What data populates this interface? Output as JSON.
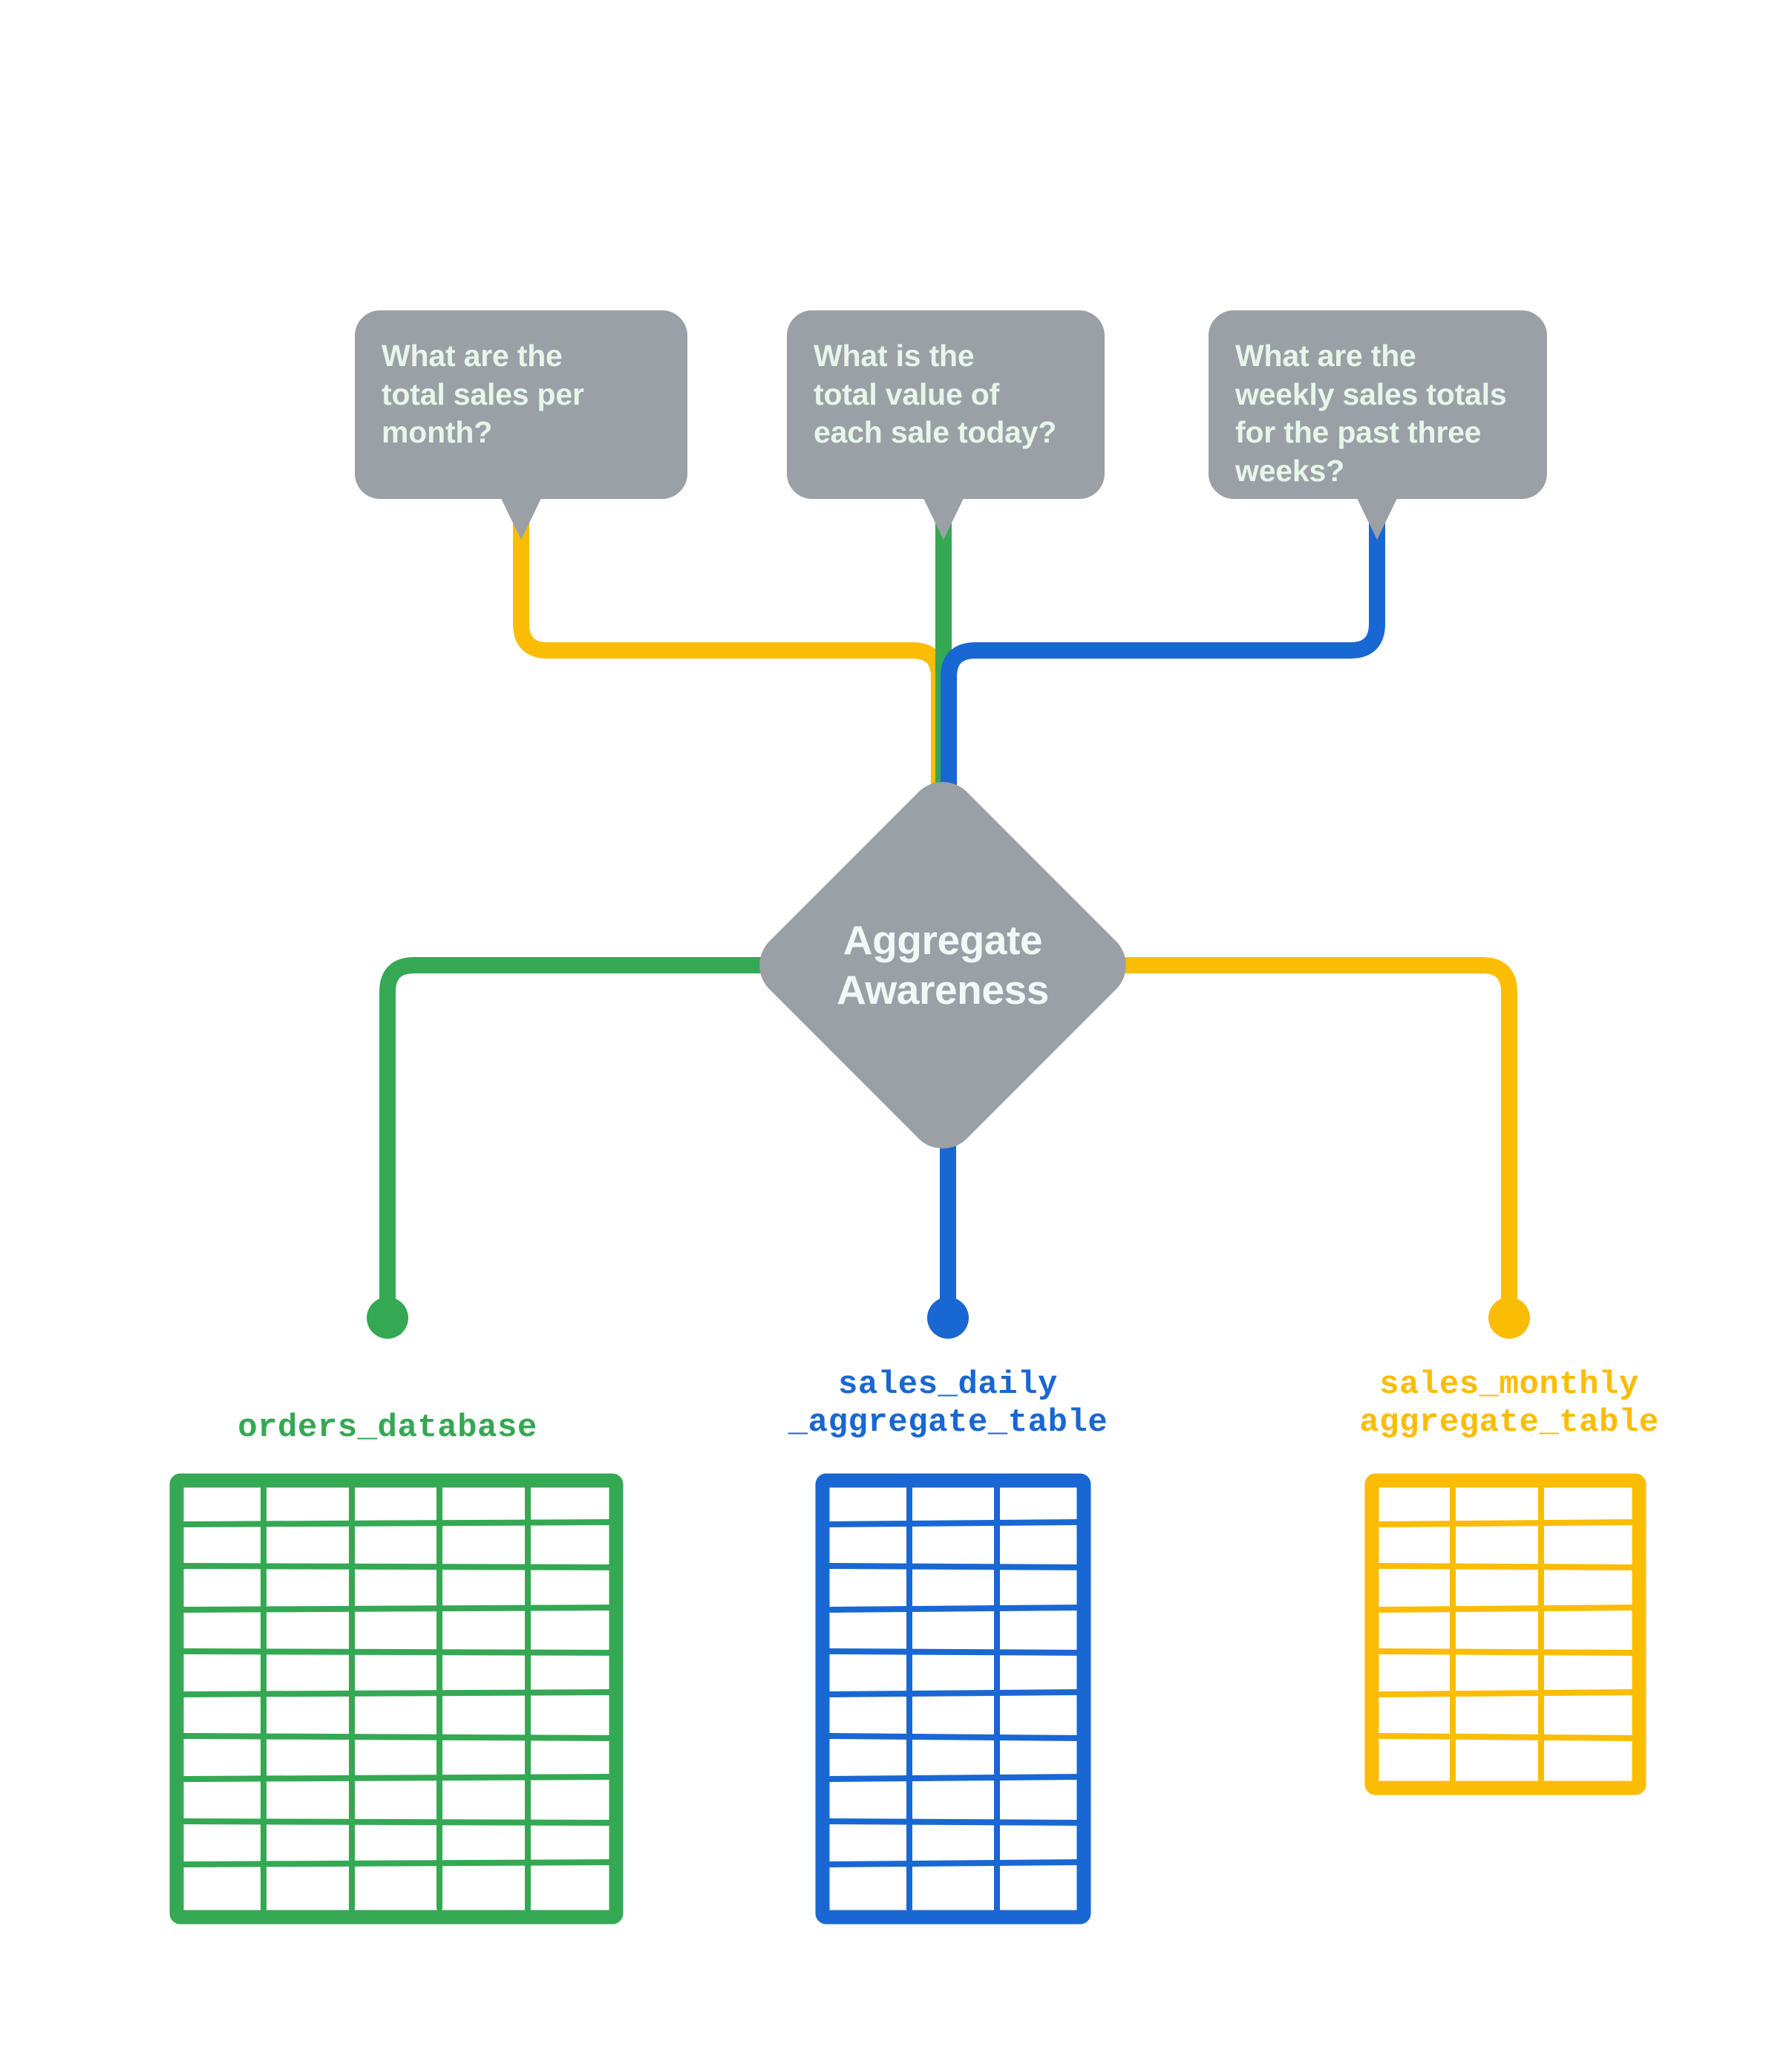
{
  "diagram": {
    "title": "Aggregate Awareness",
    "background": "#ffffff",
    "colors": {
      "gray": "#9aa0a6",
      "bubble_text": "#e8f5e9",
      "green": "#34a853",
      "blue": "#1967d2",
      "yellow": "#fbbc04"
    }
  },
  "questions": [
    {
      "id": "monthly",
      "text": "What are the\ntotal sales per\nmonth?",
      "wire_color": "#fbbc04"
    },
    {
      "id": "daily",
      "text": "What is the\ntotal value of\neach sale today?",
      "wire_color": "#34a853"
    },
    {
      "id": "weekly",
      "text": "What are the\nweekly sales totals\nfor the past three\nweeks?",
      "wire_color": "#1967d2"
    }
  ],
  "hub": {
    "label": "Aggregate\nAwareness"
  },
  "tables": [
    {
      "id": "orders",
      "caption": "orders_database",
      "color": "#34a853",
      "columns": 5,
      "rows": 10
    },
    {
      "id": "sales_daily",
      "caption": "sales_daily\n_aggregate_table",
      "color": "#1967d2",
      "columns": 3,
      "rows": 10
    },
    {
      "id": "sales_monthly",
      "caption": "sales_monthly\naggregate_table",
      "color": "#fbbc04",
      "columns": 3,
      "rows": 7
    }
  ]
}
